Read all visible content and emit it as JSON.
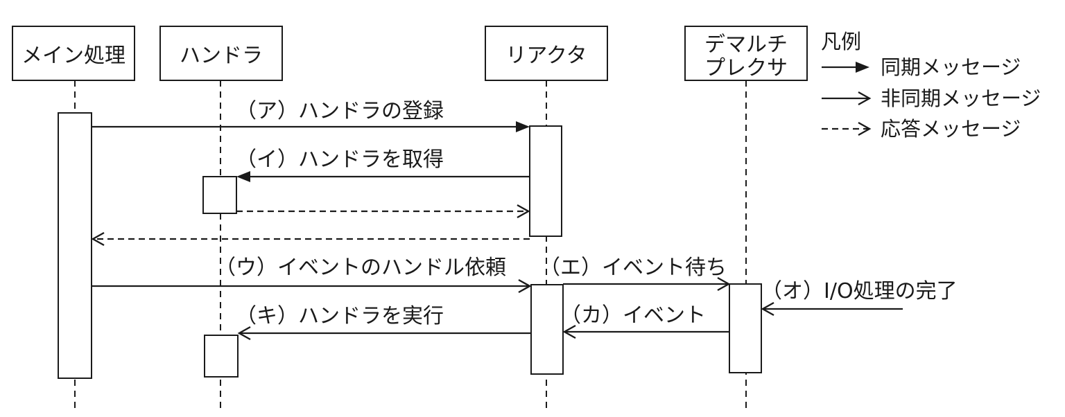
{
  "participants": [
    {
      "id": "main",
      "lines": [
        "メイン処理"
      ]
    },
    {
      "id": "handler",
      "lines": [
        "ハンドラ"
      ]
    },
    {
      "id": "reactor",
      "lines": [
        "リアクタ"
      ]
    },
    {
      "id": "demux",
      "lines": [
        "デマルチ",
        "プレクサ"
      ]
    }
  ],
  "messages": [
    {
      "id": "a",
      "label": "（ア）ハンドラの登録",
      "kind": "sync"
    },
    {
      "id": "i",
      "label": "（イ）ハンドラを取得",
      "kind": "sync"
    },
    {
      "id": "i-reply",
      "label": "",
      "kind": "reply"
    },
    {
      "id": "a-reply",
      "label": "",
      "kind": "reply"
    },
    {
      "id": "u",
      "label": "（ウ）イベントのハンドル依頼",
      "kind": "async"
    },
    {
      "id": "e",
      "label": "（エ）イベント待ち",
      "kind": "async"
    },
    {
      "id": "o",
      "label": "（オ）I/O処理の完了",
      "kind": "async"
    },
    {
      "id": "ka",
      "label": "（カ）イベント",
      "kind": "async"
    },
    {
      "id": "ki",
      "label": "（キ）ハンドラを実行",
      "kind": "async"
    }
  ],
  "legend": {
    "title": "凡例",
    "items": [
      {
        "kind": "sync",
        "label": "同期メッセージ"
      },
      {
        "kind": "async",
        "label": "非同期メッセージ"
      },
      {
        "kind": "reply",
        "label": "応答メッセージ"
      }
    ]
  },
  "colors": {
    "ink": "#1a1a1a",
    "background": "#ffffff"
  }
}
